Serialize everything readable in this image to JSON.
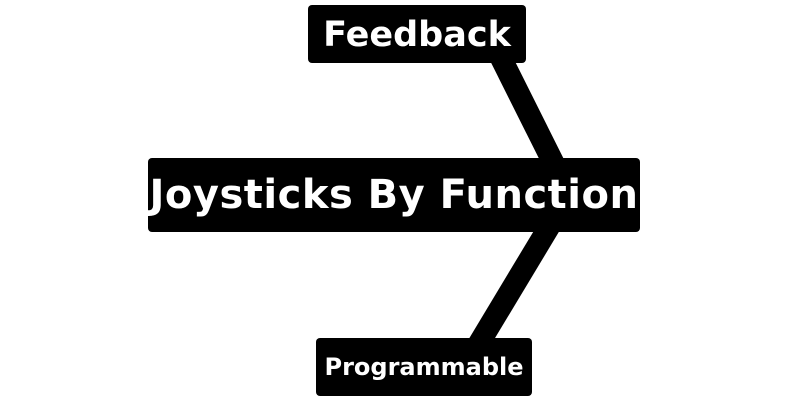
{
  "diagram": {
    "type": "mind-map",
    "root": {
      "label": "Joysticks By Function"
    },
    "branches": [
      {
        "label": "Feedback"
      },
      {
        "label": "Programmable"
      }
    ],
    "colors": {
      "background": "#ffffff",
      "node_fill": "#000000",
      "node_text": "#ffffff",
      "connector": "#000000"
    }
  }
}
